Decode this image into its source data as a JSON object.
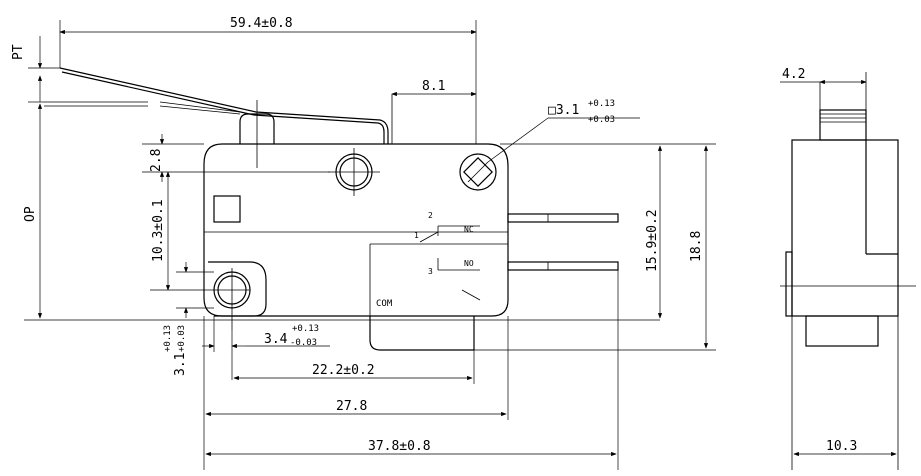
{
  "dimensions": {
    "overall_length": "59.4±0.8",
    "pt": "PT",
    "op": "OP",
    "actuator_offset": "8.1",
    "mount_hole_size": "□3.1",
    "mount_hole_tol_plus": "+0.13",
    "mount_hole_tol_minus": "+0.03",
    "plunger_height": "2.8",
    "hole_vertical": "10.3±0.1",
    "body_height": "15.9±0.2",
    "total_height": "18.8",
    "hole_dia": "3.1",
    "hole_dia_tol_plus": "+0.13",
    "hole_dia_tol_minus": "+0.03",
    "small_offset": "3.4",
    "small_offset_tol_plus": "+0.13",
    "small_offset_tol_minus": "-0.03",
    "hole_spacing": "22.2±0.2",
    "body_length": "27.8",
    "total_length": "37.8±0.8",
    "side_top_width": "4.2",
    "side_width": "10.3"
  },
  "terminals": {
    "nc_num": "2",
    "nc": "NC",
    "common_num": "1",
    "no_num": "3",
    "no": "NO",
    "com": "COM"
  }
}
